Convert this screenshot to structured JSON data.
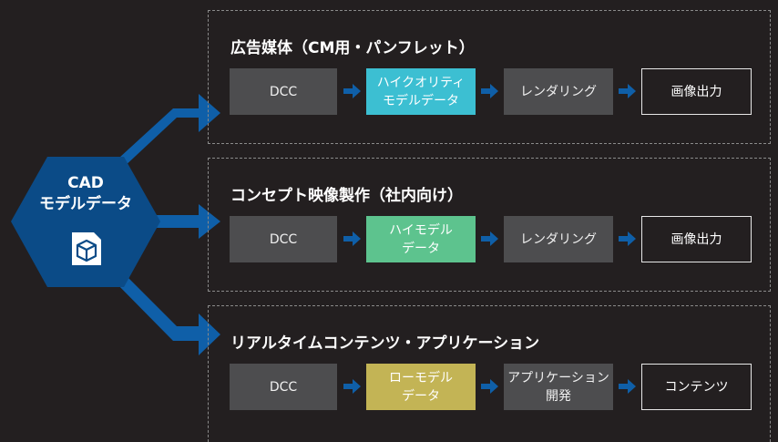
{
  "hub": {
    "line1": "CAD",
    "line2": "モデルデータ",
    "icon": "cube-document-icon",
    "color": "#0b4b87"
  },
  "arrow_color": "#0f5fa8",
  "rows": [
    {
      "title": "広告媒体（CM用・パンフレット）",
      "steps": [
        "DCC",
        "ハイクオリティ\nモデルデータ",
        "レンダリング",
        "画像出力"
      ],
      "accent": "#3cbfd2"
    },
    {
      "title": "コンセプト映像製作（社内向け）",
      "steps": [
        "DCC",
        "ハイモデル\nデータ",
        "レンダリング",
        "画像出力"
      ],
      "accent": "#5dc38e"
    },
    {
      "title": "リアルタイムコンテンツ・アプリケーション",
      "steps": [
        "DCC",
        "ローモデル\nデータ",
        "アプリケーション\n開発",
        "コンテンツ"
      ],
      "accent": "#c3b455"
    }
  ]
}
